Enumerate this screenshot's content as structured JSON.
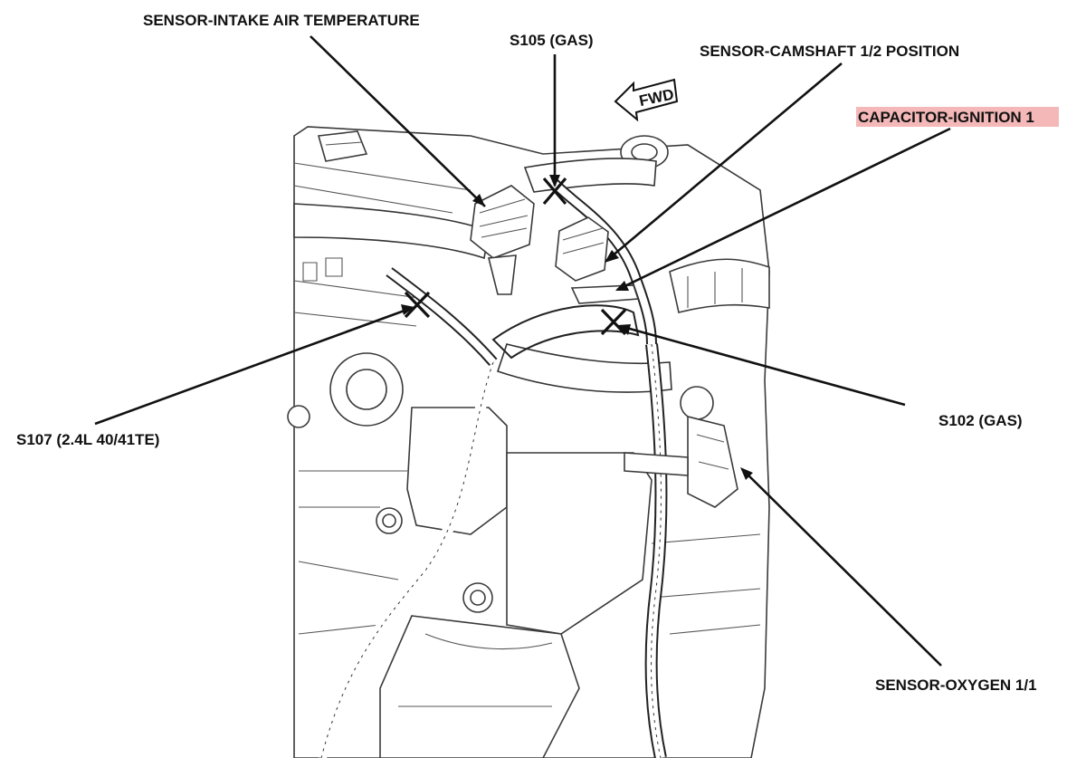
{
  "labels": {
    "intake_air_temp": "SENSOR-INTAKE AIR TEMPERATURE",
    "s105": "S105 (GAS)",
    "camshaft": "SENSOR-CAMSHAFT 1/2 POSITION",
    "capacitor": "CAPACITOR-IGNITION 1",
    "s107": "S107 (2.4L 40/41TE)",
    "s102": "S102 (GAS)",
    "oxygen": "SENSOR-OXYGEN 1/1",
    "fwd": "FWD"
  },
  "colors": {
    "capacitor_highlight": "#f4b8b8",
    "ink": "#111111"
  }
}
